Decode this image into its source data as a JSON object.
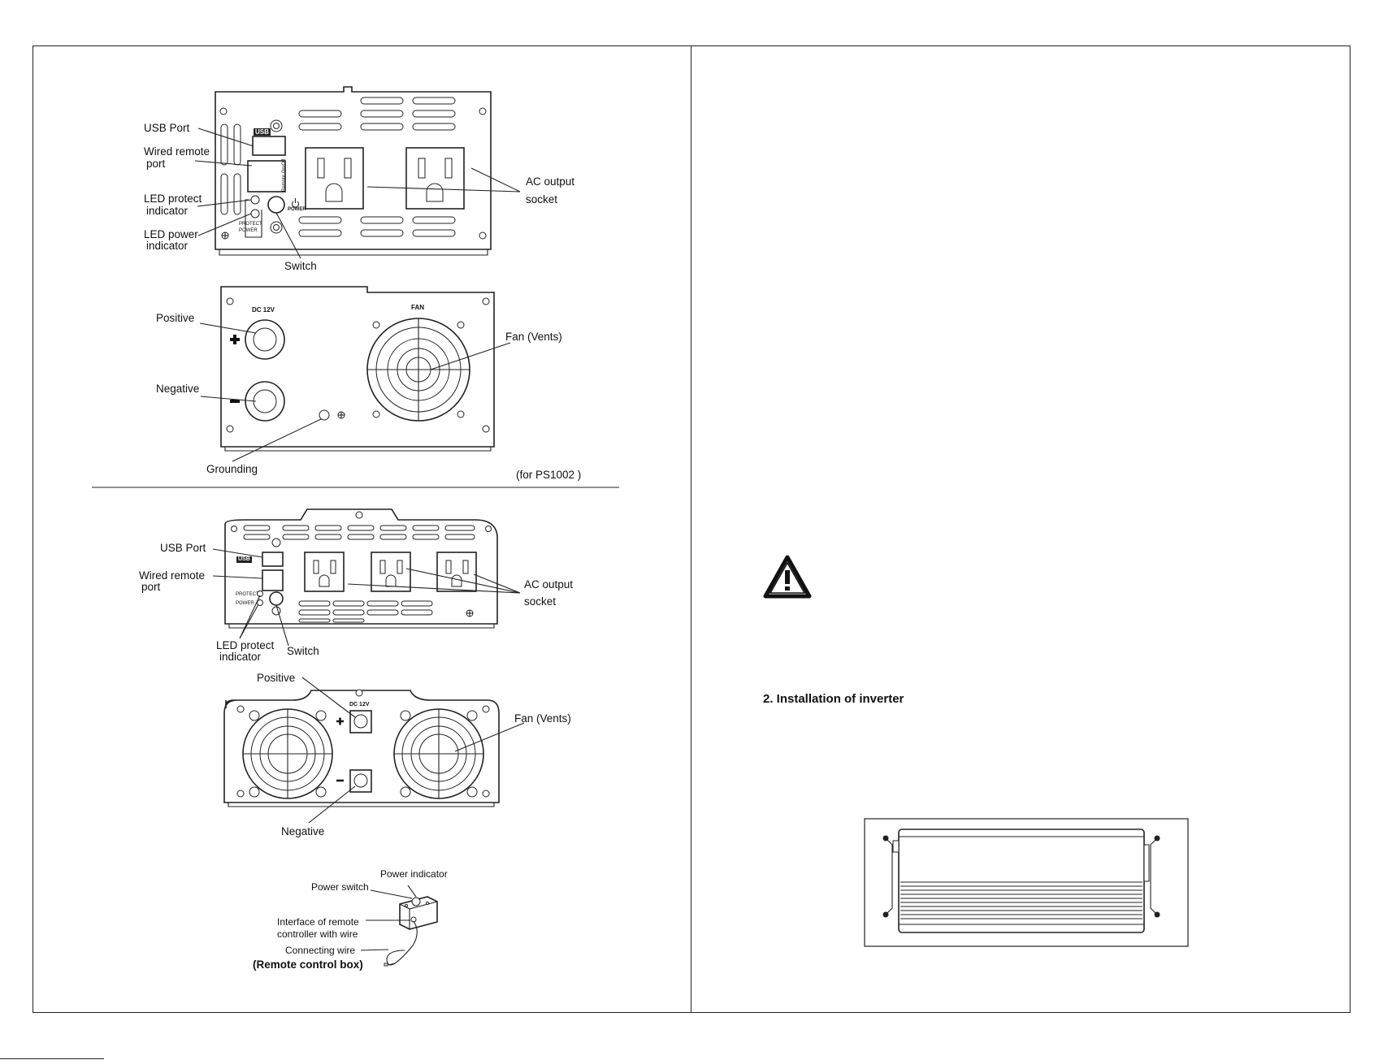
{
  "figure1": {
    "front": {
      "usb_port": "USB Port",
      "wired_remote_1": "Wired remote",
      "wired_remote_2": "port",
      "led_protect_1": "LED protect",
      "led_protect_2": "indicator",
      "led_power_1": "LED power",
      "led_power_2": "indicator",
      "switch": "Switch",
      "ac_output_1": "AC output",
      "ac_output_2": "socket",
      "panel_usb": "USB",
      "panel_remote": "Remote On/Off",
      "panel_protect": "PROTECT",
      "panel_power_led": "POWER",
      "panel_power_btn": "POWER"
    },
    "rear": {
      "positive": "Positive",
      "negative": "Negative",
      "grounding": "Grounding",
      "fan_vents": "Fan (Vents)",
      "panel_dc": "DC 12V",
      "panel_fan": "FAN",
      "model_note": "(for PS1002 )"
    }
  },
  "figure2": {
    "front": {
      "usb_port": "USB Port",
      "wired_remote_1": "Wired remote",
      "wired_remote_2": "port",
      "led_protect_1": "LED protect",
      "led_protect_2": "indicator",
      "switch": "Switch",
      "ac_output_1": "AC output",
      "ac_output_2": "socket",
      "panel_usb": "USB",
      "panel_protect": "PROTECT",
      "panel_power": "POWER"
    },
    "rear": {
      "positive": "Positive",
      "negative": "Negative",
      "fan_vents": "Fan (Vents)",
      "panel_dc": "DC 12V"
    }
  },
  "remote_box": {
    "power_indicator": "Power indicator",
    "power_switch": "Power switch",
    "interface_1": "Interface of remote",
    "interface_2": "controller with wire",
    "connecting_wire": "Connecting wire",
    "caption": "(Remote control box)"
  },
  "right_page": {
    "section_heading": "2. Installation of inverter",
    "warning_icon": "warning-triangle-icon"
  }
}
